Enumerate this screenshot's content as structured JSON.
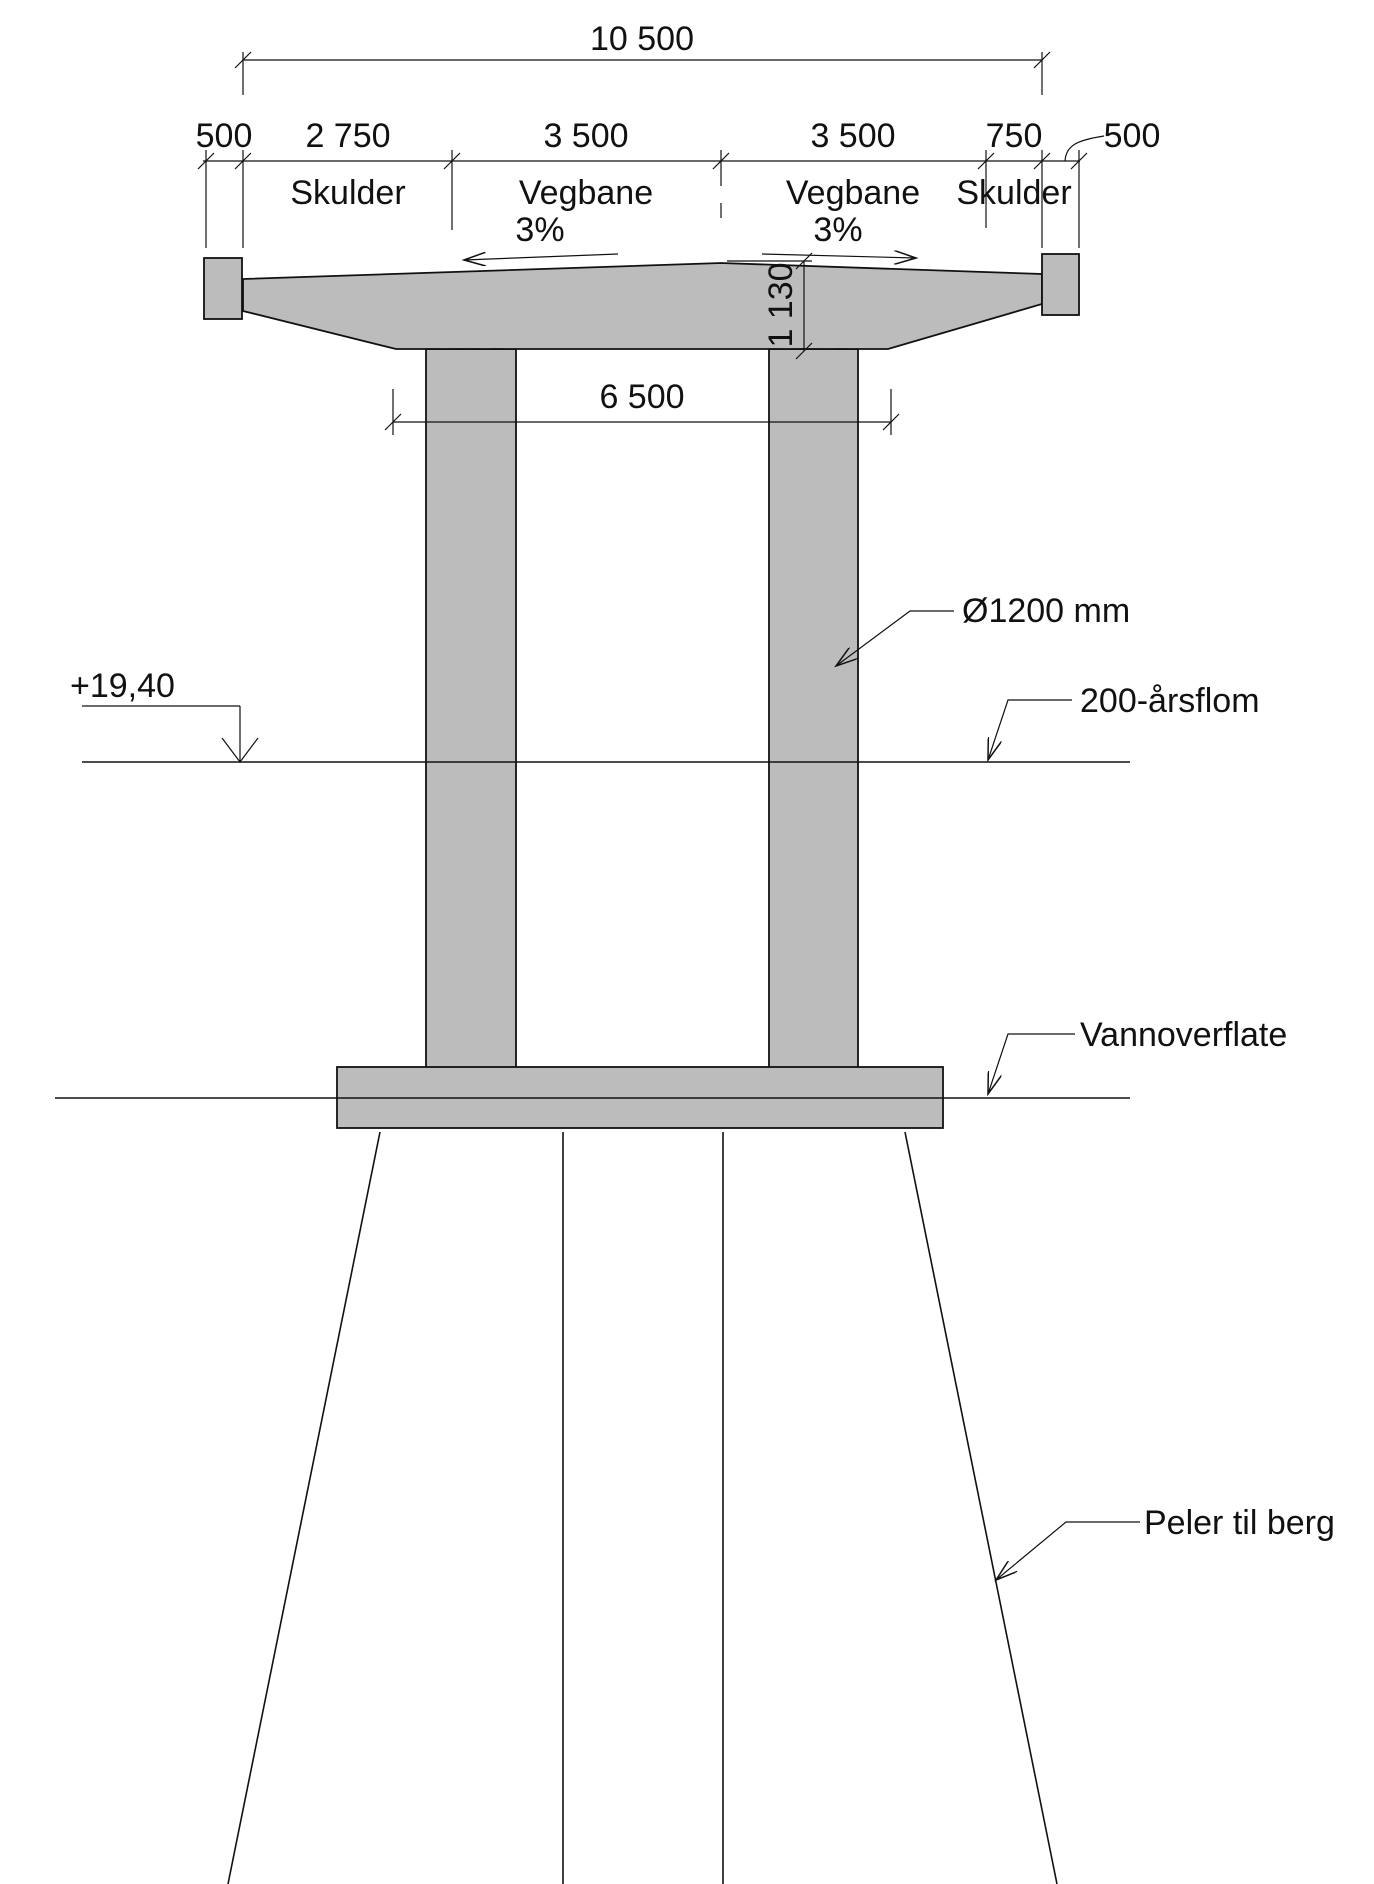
{
  "dimensions": {
    "total_width": "10 500",
    "edge_left": "500",
    "shoulder_left": "2 750",
    "lane_left": "3 500",
    "lane_right": "3 500",
    "shoulder_right": "750",
    "edge_right": "500",
    "column_spacing": "6 500",
    "deck_depth": "1 130"
  },
  "labels": {
    "shoulder_left": "Skulder",
    "lane_left": "Vegbane",
    "slope_left": "3%",
    "lane_right": "Vegbane",
    "slope_right": "3%",
    "shoulder_right": "Skulder",
    "column_diameter": "Ø1200 mm",
    "flood_elevation": "+19,40",
    "flood_level": "200-årsflom",
    "water_surface": "Vannoverflate",
    "piles": "Peler til berg"
  },
  "colors": {
    "concrete": "#bcbcbc",
    "line": "#111111"
  }
}
